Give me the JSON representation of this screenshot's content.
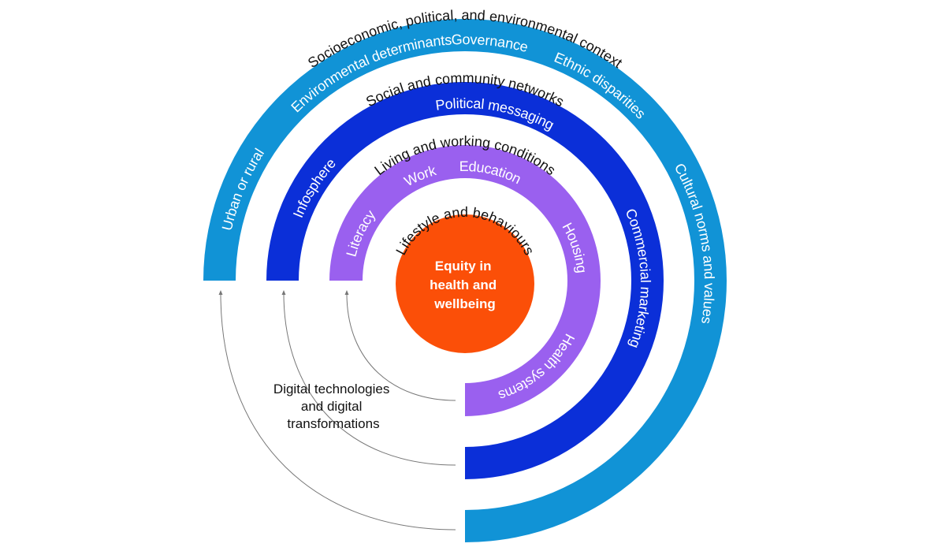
{
  "colors": {
    "outer_ring": "#1193d6",
    "middle_ring": "#0b2fd8",
    "inner_ring": "#9a60ef",
    "core": "#fb4f08",
    "outer_label": "#111111",
    "ring_text": "#ffffff",
    "connector": "#777777"
  },
  "core": {
    "lines": [
      "Equity in",
      "health and",
      "wellbeing"
    ]
  },
  "rings": [
    {
      "id": "lifestyle",
      "title": "Lifestyle and behaviours",
      "items": []
    },
    {
      "id": "living",
      "title": "Living and working conditions",
      "items": [
        "Literacy",
        "Work",
        "Education",
        "Housing",
        "Health systems"
      ]
    },
    {
      "id": "social",
      "title": "Social and community networks",
      "items": [
        "Infosphere",
        "Political messaging",
        "Commercial marketing"
      ]
    },
    {
      "id": "context",
      "title": "Socioeconomic, political, and environmental context",
      "items": [
        "Urban or rural",
        "Environmental determinants",
        "Governance",
        "Ethnic disparities",
        "Cultural norms and values"
      ]
    }
  ],
  "digital": {
    "lines": [
      "Digital technologies",
      "and digital",
      "transformations"
    ]
  }
}
